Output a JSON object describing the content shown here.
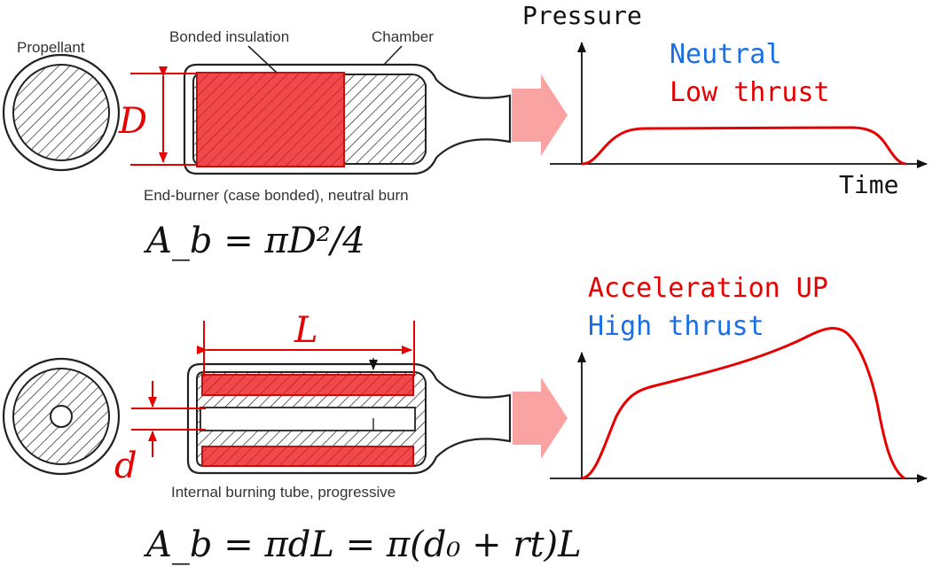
{
  "colors": {
    "accent_red": "#e60000",
    "accent_blue": "#1a6ee6",
    "fill_red": "#f0484b",
    "arrow_pink": "#f9a3a3",
    "ink": "#1a1a1a"
  },
  "top": {
    "propellant_label": "Propellant",
    "bonded_label": "Bonded insulation",
    "chamber_label": "Chamber",
    "dim_label": "D",
    "caption": "End-burner (case bonded), neutral burn",
    "formula": "A_b = πD²/4",
    "chart": {
      "ylabel": "Pressure",
      "xlabel": "Time",
      "legend": [
        "Neutral",
        "Low thrust"
      ],
      "legend_colors": [
        "#1a6ee6",
        "#e60000"
      ]
    }
  },
  "bottom": {
    "dim_label_L": "L",
    "dim_label_d": "d",
    "caption": "Internal burning tube, progressive",
    "formula": "A_b = πdL = π(d₀ + rt)L",
    "chart": {
      "legend": [
        "Acceleration UP",
        "High thrust"
      ],
      "legend_colors": [
        "#e60000",
        "#1a6ee6"
      ]
    }
  }
}
